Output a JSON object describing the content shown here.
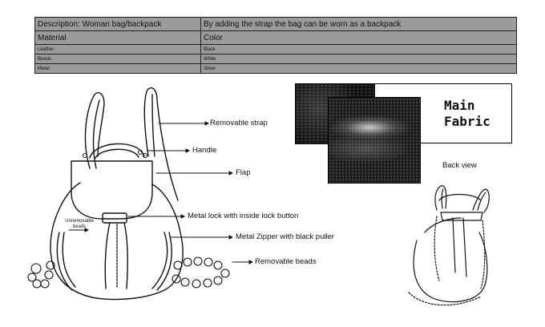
{
  "spec_table": {
    "header_left": "Description: Woman bag/backpack",
    "header_right": "By adding the strap the bag can be worn as a backpack",
    "col_left": "Material",
    "col_right": "Color",
    "rows": [
      {
        "material": "Leather",
        "color": "Black"
      },
      {
        "material": "Beads",
        "color": "White"
      },
      {
        "material": "Metal",
        "color": "Silver"
      }
    ]
  },
  "callouts": {
    "removable_strap": "Removable strap",
    "handle": "Handle",
    "flap": "Flap",
    "metal_lock": "Metal lock with inside lock button",
    "metal_zipper": "Metal Zipper with black puller",
    "removable_beads": "Removable beads",
    "unremovable_beads": "Unremovable beads"
  },
  "fabric": {
    "label_line1": "Main",
    "label_line2": "Fabric"
  },
  "back_view_label": "Back view"
}
